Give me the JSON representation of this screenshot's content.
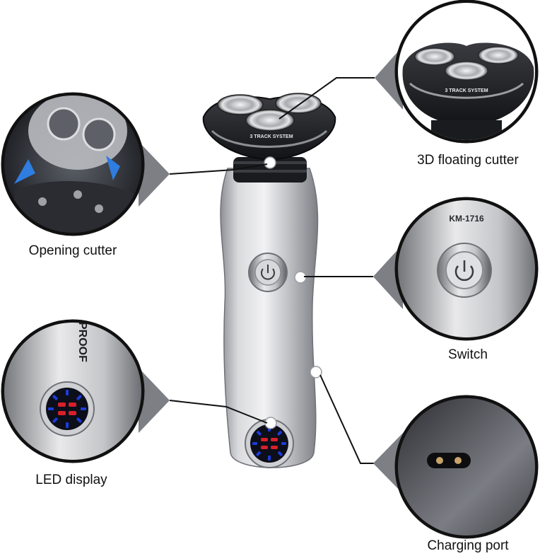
{
  "callouts": {
    "opening_cutter": "Opening cutter",
    "floating_cutter": "3D floating cutter",
    "switch": "Switch",
    "led_display": "LED display",
    "charging_port": "Charging port"
  },
  "product": {
    "head_text": "3 TRACK SYSTEM",
    "model": "KM-1716",
    "body_text": "PROOF"
  },
  "colors": {
    "body_silver": "#c8c9cc",
    "head_black": "#1e1f22",
    "led_blue": "#1c3cd8",
    "led_red": "#d8202a",
    "connector_line": "#111111"
  }
}
